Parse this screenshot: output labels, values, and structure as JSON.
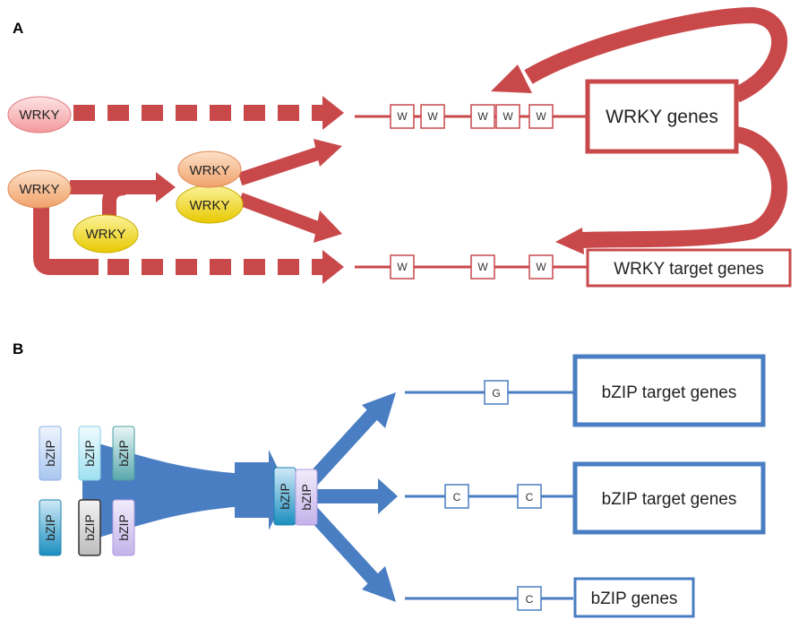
{
  "panels": {
    "a": {
      "label": "A"
    },
    "b": {
      "label": "B"
    }
  },
  "wrky": {
    "oval_label": "WRKY",
    "w_label": "W",
    "genes_label": "WRKY genes",
    "target_genes_label": "WRKY target  genes"
  },
  "bzip": {
    "tile_label": "bZIP",
    "g_label": "G",
    "c_label": "C",
    "target_genes_label": "bZIP target genes",
    "genes_label": "bZIP genes"
  },
  "colors": {
    "wrky_red": "#c9494b",
    "bzip_blue": "#4a7ec2",
    "oval_pink": "#f6a9ab",
    "oval_orange": "#f6ad7a",
    "oval_yellow": "#f2dc12"
  }
}
